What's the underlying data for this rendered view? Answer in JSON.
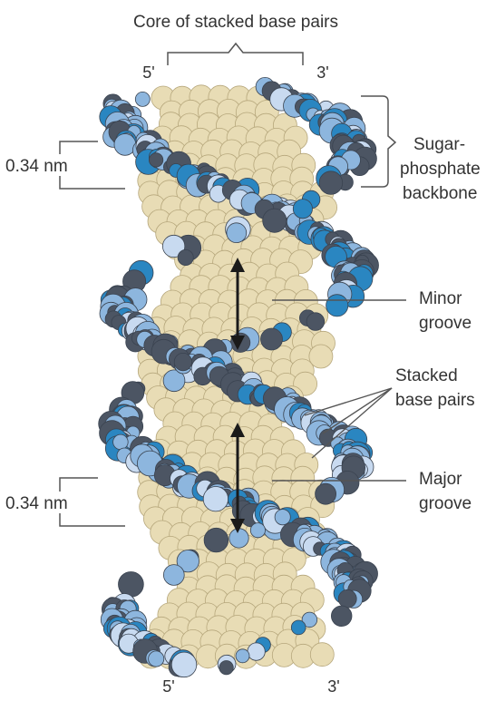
{
  "labels": {
    "core": "Core of stacked base pairs",
    "five_top": "5'",
    "three_top": "3'",
    "five_bottom": "5'",
    "three_bottom": "3'",
    "spacing_upper": "0.34 nm",
    "spacing_lower": "0.34 nm",
    "backbone": [
      "Sugar-",
      "phosphate",
      "backbone"
    ],
    "minor": [
      "Minor",
      "groove"
    ],
    "stacked": [
      "Stacked",
      "base pairs"
    ],
    "major": [
      "Major",
      "groove"
    ]
  },
  "colors": {
    "base": "#e8dcb5",
    "phosphate_blue": "#2a86c1",
    "light_blue": "#8db6de",
    "pale_blue": "#c8daf0",
    "dark_gray": "#4c5563",
    "label_text": "#333333",
    "lines": "#555555"
  }
}
